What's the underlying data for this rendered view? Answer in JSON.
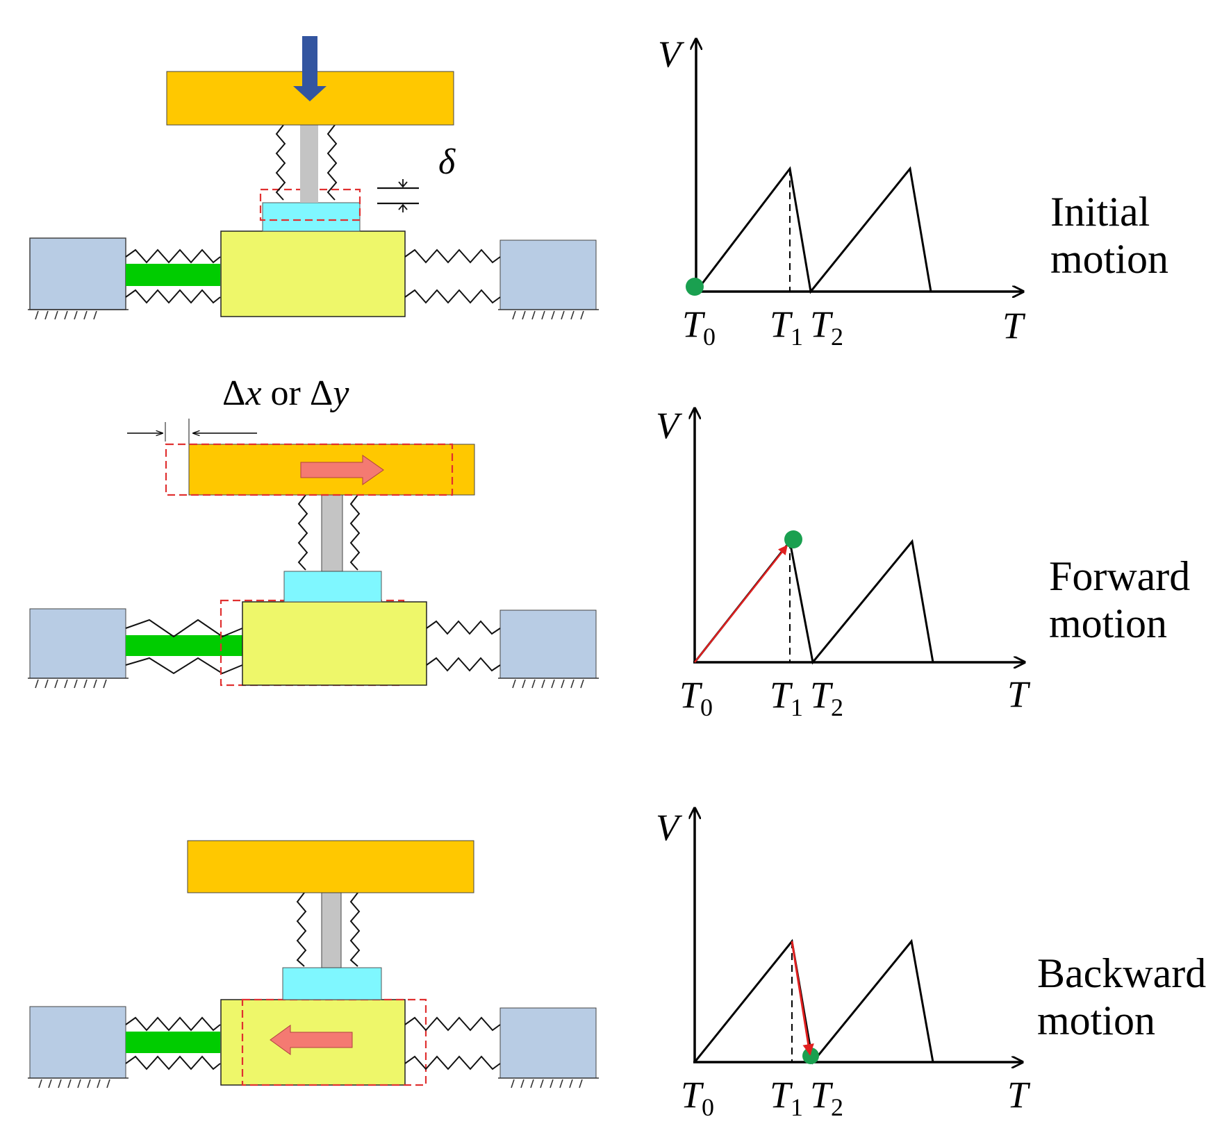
{
  "labels": {
    "delta": "δ",
    "displacement_prefix": "Δ",
    "displacement_x": "x",
    "displacement_or": " or ",
    "displacement_y": "y",
    "axis_v": "V",
    "axis_t": "T",
    "t_main": "T",
    "sub_0": "0",
    "sub_1": "1",
    "sub_2": "2"
  },
  "rows": [
    {
      "state_line1": "Initial",
      "state_line2": "motion"
    },
    {
      "state_line1": "Forward",
      "state_line2": "motion"
    },
    {
      "state_line1": "Backward",
      "state_line2": "motion"
    }
  ],
  "colors": {
    "top_plate": "#ffc800",
    "base_block": "#eef76a",
    "wall": "#b8cce4",
    "green_rod": "#00cc00",
    "cyan_pad": "#7ff7ff",
    "gray_stem": "#c4c4c4",
    "load_arrow": "#3355a0",
    "motion_arrow": "#f47a72",
    "red": "#e02020",
    "dot": "#1aa050"
  },
  "icons": {
    "load": "down-arrow-icon",
    "motion_forward": "right-arrow-icon",
    "motion_backward": "left-arrow-icon"
  }
}
